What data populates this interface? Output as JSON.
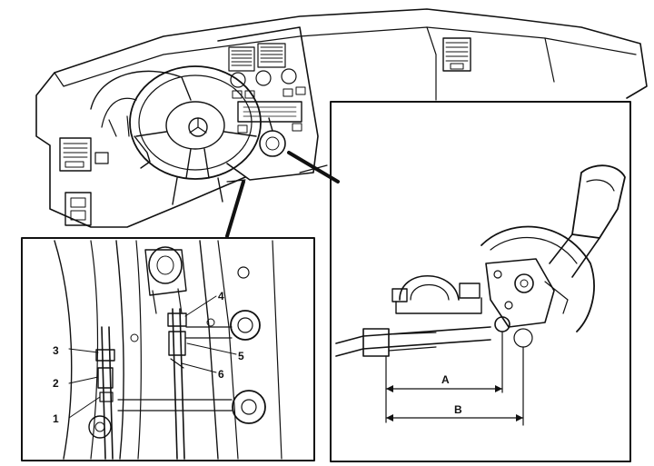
{
  "callouts": {
    "c1": "1",
    "c2": "2",
    "c3": "3",
    "c4": "4",
    "c5": "5",
    "c6": "6"
  },
  "dimensions": {
    "a": "A",
    "b": "B"
  },
  "colors": {
    "ink": "#111111",
    "paper": "#ffffff"
  }
}
